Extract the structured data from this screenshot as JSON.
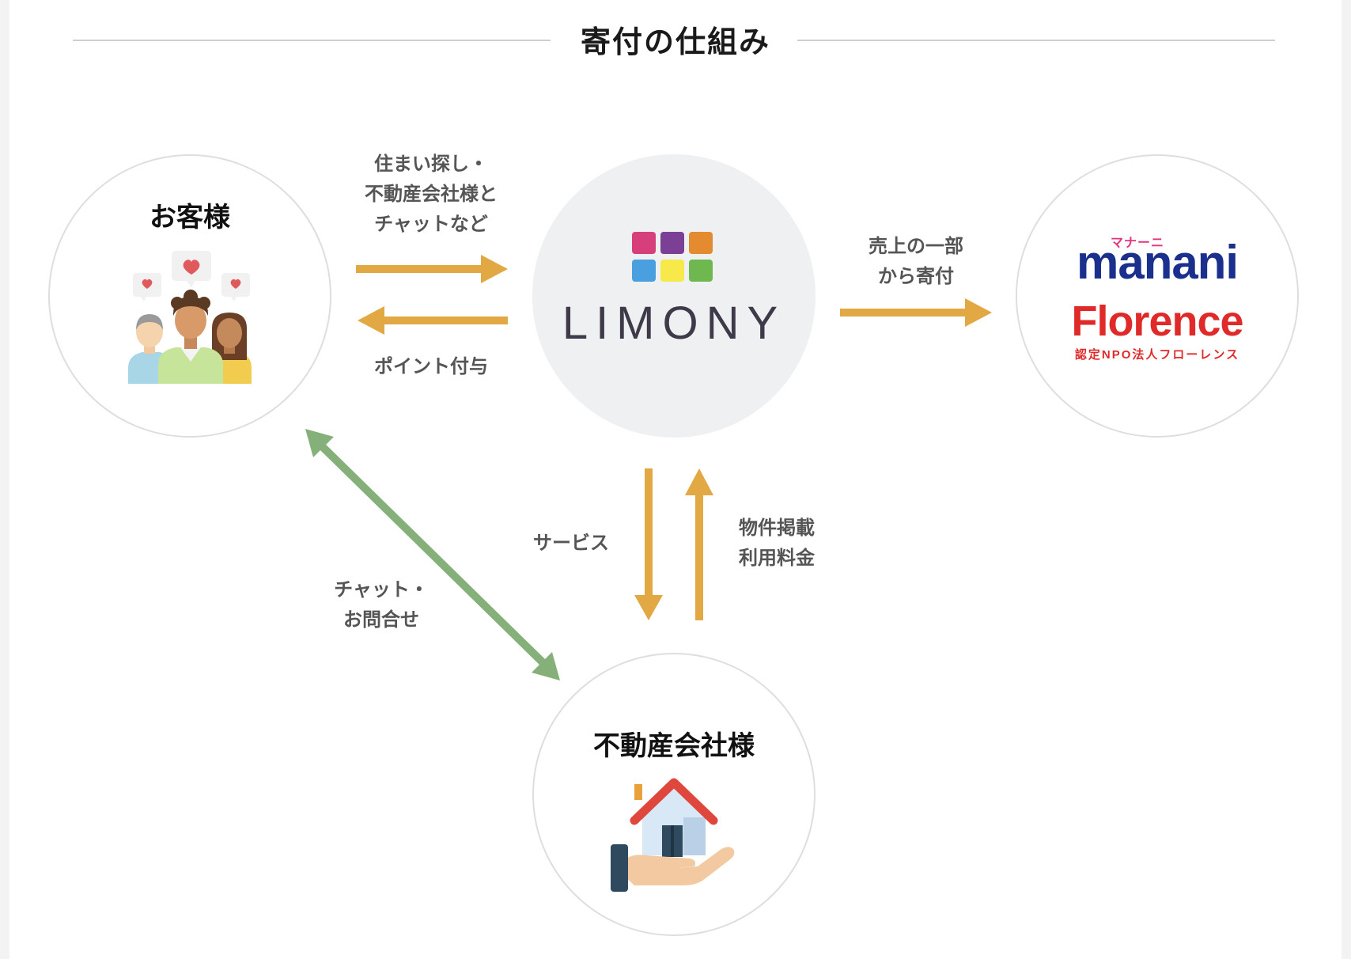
{
  "title": "寄付の仕組み",
  "nodes": {
    "customer": {
      "label": "お客様",
      "icon": "people-hearts-icon"
    },
    "limony": {
      "logo_text": "LIMONY",
      "logo_colors": [
        "#d63f7c",
        "#7b3f95",
        "#e48b2f",
        "#4a9fdf",
        "#f7e94a",
        "#6fb84f"
      ]
    },
    "partners": {
      "manani_ruby": "マナーニ",
      "manani": "manani",
      "florence": "Florence",
      "florence_sub": "認定NPO法人フローレンス"
    },
    "realestate": {
      "label": "不動産会社様",
      "icon": "house-in-hand-icon"
    }
  },
  "edges": {
    "customer_to_limony": [
      "住まい探し・",
      "不動産会社様と",
      "チャットなど"
    ],
    "limony_to_customer": "ポイント付与",
    "limony_to_partners": [
      "売上の一部",
      "から寄付"
    ],
    "limony_to_realestate": "サービス",
    "realestate_to_limony": [
      "物件掲載",
      "利用料金"
    ],
    "customer_realestate": [
      "チャット・",
      "お問合せ"
    ]
  },
  "colors": {
    "arrow_orange": "#e2a843",
    "arrow_green": "#85b07a",
    "manani_navy": "#1b2f8c",
    "manani_pink": "#e3357e",
    "florence_red": "#e02a2a"
  }
}
